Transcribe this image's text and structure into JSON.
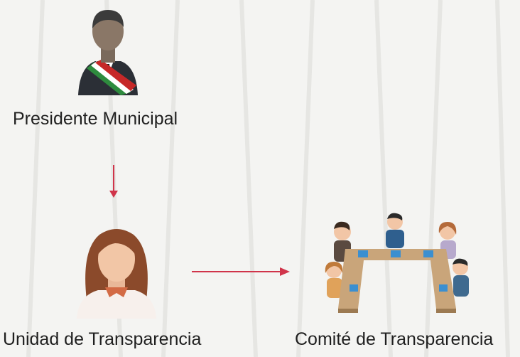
{
  "nodes": {
    "president": {
      "label": "Presidente Municipal",
      "icon": "president-with-sash-icon"
    },
    "unidad": {
      "label": "Unidad de Transparencia",
      "icon": "woman-avatar-icon"
    },
    "comite": {
      "label": "Comité de Transparencia",
      "icon": "meeting-table-icon"
    }
  },
  "edges": [
    {
      "from": "president",
      "to": "unidad"
    },
    {
      "from": "unidad",
      "to": "comite"
    }
  ],
  "colors": {
    "arrow": "#d0344a",
    "sash_green": "#2e8b3e",
    "sash_red": "#c62828",
    "hair": "#8b4a2b",
    "skin": "#f2c6a6",
    "table": "#c9a57a"
  }
}
